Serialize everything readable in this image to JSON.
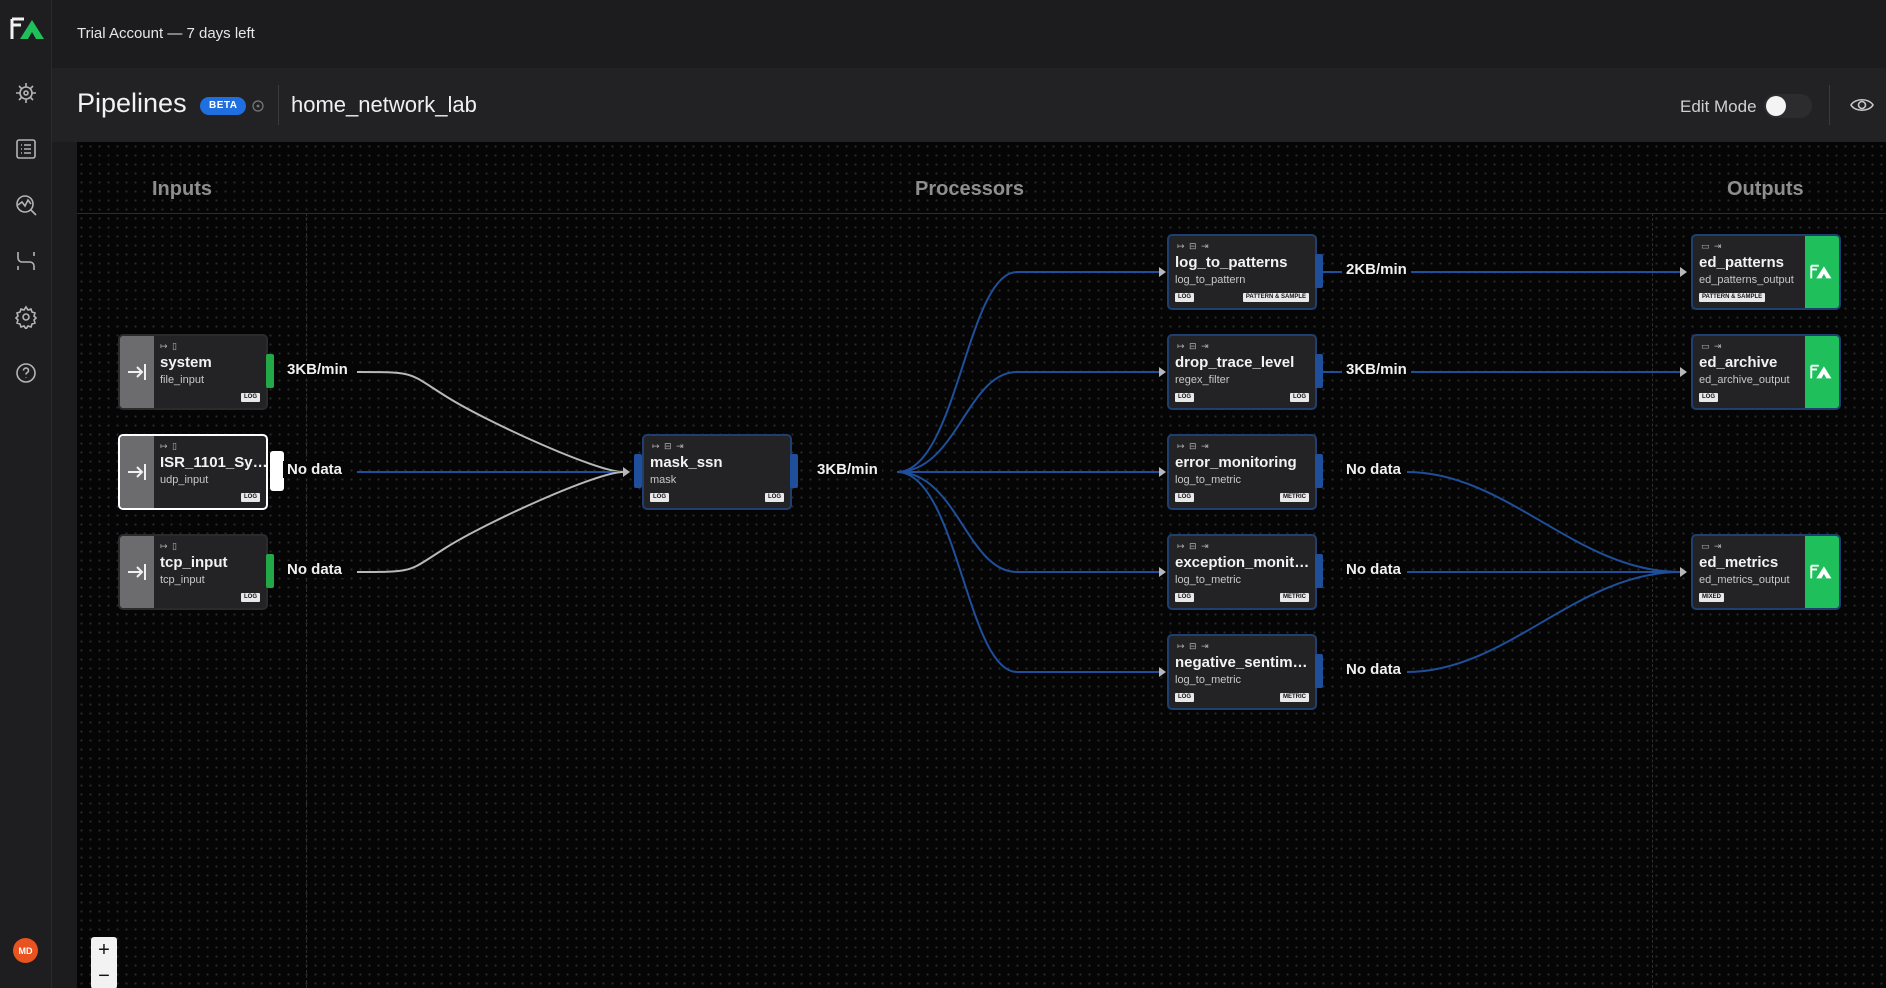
{
  "topbar": {
    "trial_text": "Trial Account — 7 days left"
  },
  "sidebar": {
    "items": [
      {
        "icon": "helm-icon"
      },
      {
        "icon": "list-icon"
      },
      {
        "icon": "analytics-icon"
      },
      {
        "icon": "pipeline-icon"
      },
      {
        "icon": "gear-icon"
      },
      {
        "icon": "help-icon"
      }
    ],
    "avatar": "MD"
  },
  "header": {
    "title": "Pipelines",
    "badge": "BETA",
    "pipeline_name": "home_network_lab",
    "edit_mode_label": "Edit Mode",
    "edit_mode_on": false
  },
  "columns": {
    "inputs": "Inputs",
    "processors": "Processors",
    "outputs": "Outputs"
  },
  "inputs": [
    {
      "name": "system",
      "type": "file_input",
      "tag": "LOG",
      "rate": "3KB/min"
    },
    {
      "name": "ISR_1101_Sys...",
      "type": "udp_input",
      "tag": "LOG",
      "rate": "No data"
    },
    {
      "name": "tcp_input",
      "type": "tcp_input",
      "tag": "LOG",
      "rate": "No data"
    }
  ],
  "mask": {
    "name": "mask_ssn",
    "type": "mask",
    "tag_in": "LOG",
    "tag_out": "LOG",
    "rate": "3KB/min"
  },
  "processors": [
    {
      "name": "log_to_patterns",
      "type": "log_to_pattern",
      "tag_in": "LOG",
      "tag_out": "PATTERN & SAMPLE",
      "rate": "2KB/min"
    },
    {
      "name": "drop_trace_level",
      "type": "regex_filter",
      "tag_in": "LOG",
      "tag_out": "LOG",
      "rate": "3KB/min"
    },
    {
      "name": "error_monitoring",
      "type": "log_to_metric",
      "tag_in": "LOG",
      "tag_out": "METRIC",
      "rate": "No data"
    },
    {
      "name": "exception_monito...",
      "type": "log_to_metric",
      "tag_in": "LOG",
      "tag_out": "METRIC",
      "rate": "No data"
    },
    {
      "name": "negative_sentime...",
      "type": "log_to_metric",
      "tag_in": "LOG",
      "tag_out": "METRIC",
      "rate": "No data"
    }
  ],
  "outputs": [
    {
      "name": "ed_patterns",
      "type": "ed_patterns_output",
      "tag": "PATTERN & SAMPLE"
    },
    {
      "name": "ed_archive",
      "type": "ed_archive_output",
      "tag": "LOG"
    },
    {
      "name": "ed_metrics",
      "type": "ed_metrics_output",
      "tag": "MIXED"
    }
  ],
  "mini_icons": {
    "input": "↦ ▯",
    "processor": "↦ ⊟ ⇥",
    "output": "▭ ⇥"
  },
  "zoom": {
    "in": "+",
    "out": "−"
  },
  "colors": {
    "edge_active": "#1f4f9a",
    "edge_input": "#b8b8b8",
    "brand_green": "#1fc05c",
    "beta_blue": "#1f6fe0"
  }
}
